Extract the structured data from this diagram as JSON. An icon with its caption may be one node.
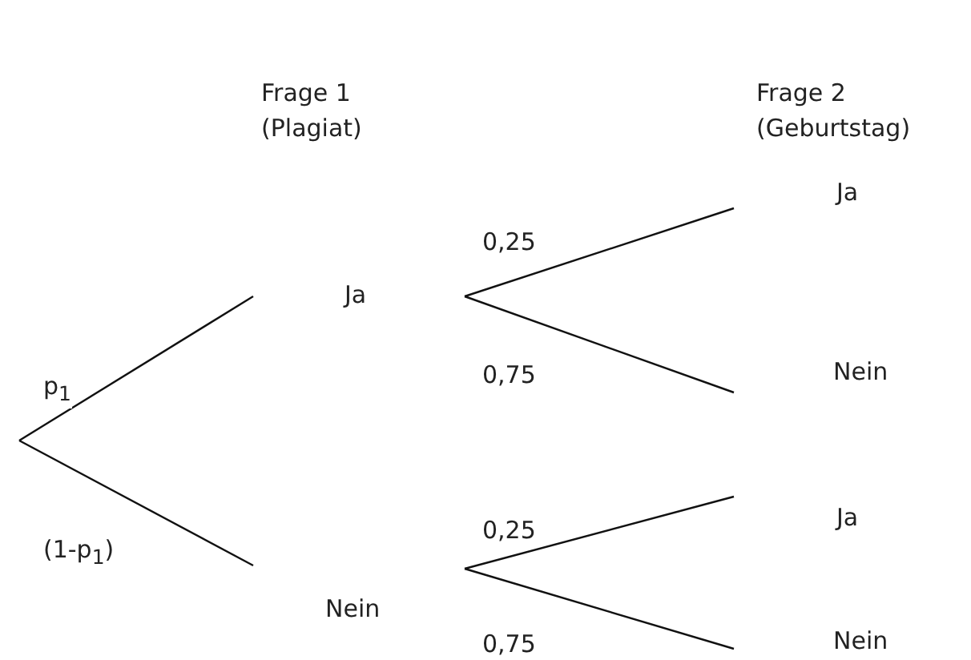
{
  "diagram": {
    "nodes": [
      {
        "text": [
          "Ja"
        ]
      },
      {
        "text": [
          "Nein"
        ]
      },
      {
        "text": [
          "Ja"
        ]
      },
      {
        "text": [
          "Nein"
        ]
      },
      {
        "text": [
          "Ja"
        ]
      },
      {
        "text": [
          "Nein"
        ]
      }
    ],
    "edges": [
      {
        "from": null,
        "to": 0,
        "arrow": "none",
        "label": "p$_{1}$"
      },
      {
        "from": null,
        "to": 1,
        "arrow": "none",
        "label": "(1-p$_{1}$)"
      },
      {
        "from": 0,
        "to": 2,
        "arrow": "none",
        "label": "0,25"
      },
      {
        "from": 0,
        "to": 3,
        "arrow": "none",
        "label": "0,75"
      },
      {
        "from": 1,
        "to": 4,
        "arrow": "none",
        "label": "0,25"
      },
      {
        "from": 1,
        "to": 5,
        "arrow": "none",
        "label": "0,75"
      }
    ],
    "labels": [
      "Frage 1 (Plagiat)",
      "Frage 2 (Geburtstag)"
    ]
  }
}
